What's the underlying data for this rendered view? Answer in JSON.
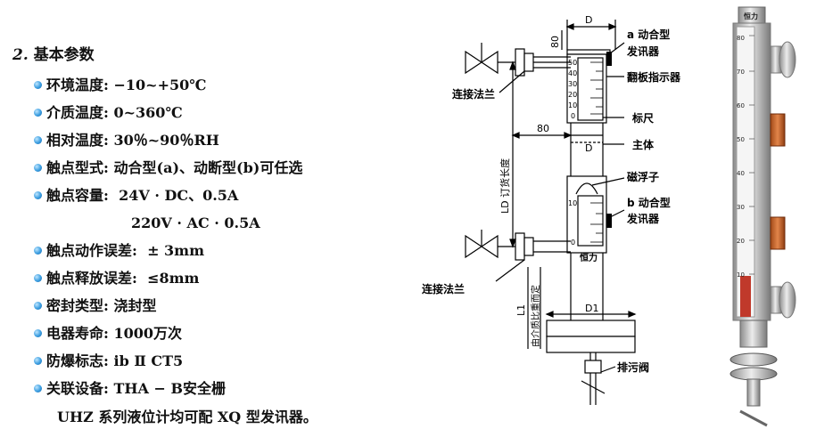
{
  "spec": {
    "title_num": "2.",
    "title_text": "基本参数",
    "items": [
      {
        "label": "环境温度:",
        "value": "−10~+50℃"
      },
      {
        "label": "介质温度:",
        "value": "0~360℃"
      },
      {
        "label": "相对温度:",
        "value": "30％~90％RH"
      },
      {
        "label": "触点型式:",
        "value": "动合型(a)、动断型(b)可任选"
      },
      {
        "label": "触点容量:",
        "value": "24V · DC、0.5A"
      },
      {
        "label": "触点动作误差:",
        "value": "± 3mm"
      },
      {
        "label": "触点释放误差:",
        "value": "≤8mm"
      },
      {
        "label": "密封类型:",
        "value": "浇封型"
      },
      {
        "label": "电器寿命:",
        "value": "1000万次"
      },
      {
        "label": "防爆标志:",
        "value": "ib Ⅱ CT5"
      },
      {
        "label": "关联设备:",
        "value": "THA − B安全栅"
      }
    ],
    "contact_capacity_line2": "220V · AC · 0.5A",
    "footer": "UHZ 系列液位计均可配 XQ 型发讯器。"
  },
  "drawing": {
    "dim_D_top": "D",
    "dim_80_top": "80",
    "dim_80_side": "80",
    "dim_D_mid": "D",
    "dim_D1": "D1",
    "dim_L1": "L1",
    "dim_LD": "LD 订货长度",
    "dim_density_note": "由介质比重而定",
    "label_a_contact_1": "a 动合型",
    "label_a_contact_2": "发讯器",
    "label_flip_indicator": "翻板指示器",
    "label_scale": "标尺",
    "label_body": "主体",
    "label_float": "磁浮子",
    "label_b_contact_1": "b 动合型",
    "label_b_contact_2": "发讯器",
    "label_flange_top": "连接法兰",
    "label_flange_bottom": "连接法兰",
    "label_drain": "排污阀",
    "brand": "恒力",
    "scale_top": [
      "50",
      "40",
      "30",
      "20",
      "10",
      "0"
    ],
    "scale_bottom": [
      "10",
      "0"
    ]
  },
  "photo": {
    "brand": "恒力",
    "scale": [
      "80",
      "70",
      "60",
      "50",
      "40",
      "30",
      "20",
      "10"
    ]
  }
}
